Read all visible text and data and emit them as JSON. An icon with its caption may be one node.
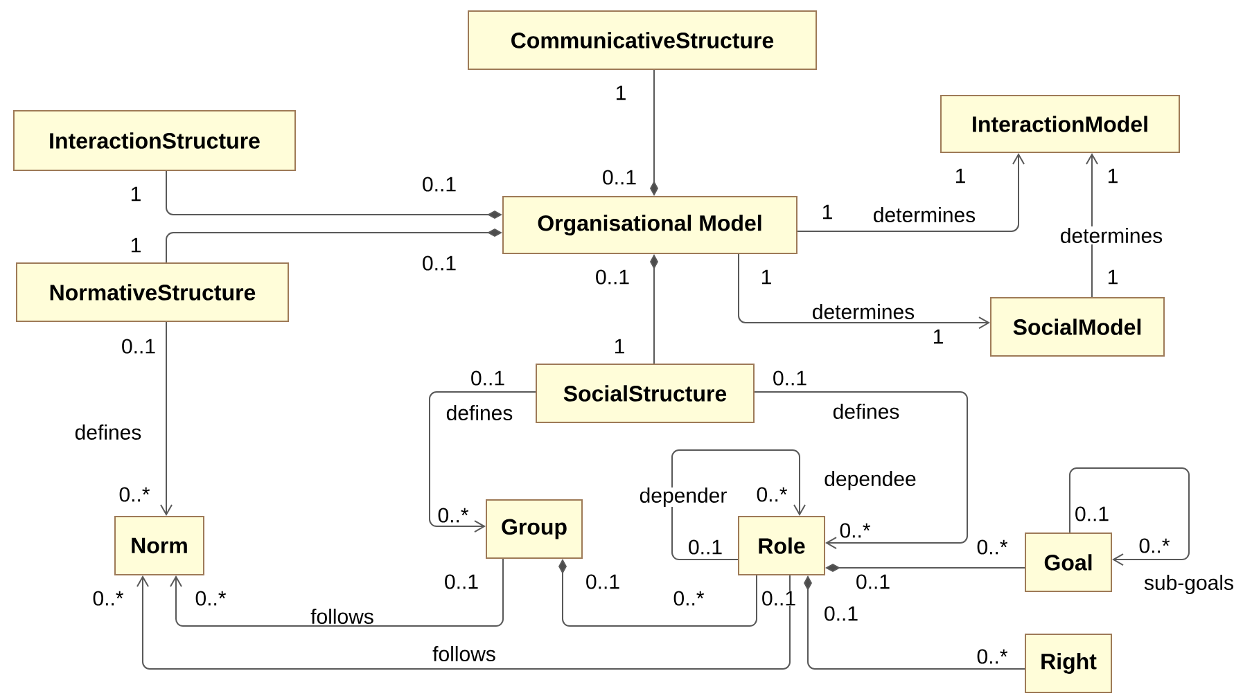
{
  "diagram": {
    "nodes": [
      {
        "text": [
          "CommunicativeStructure"
        ]
      },
      {
        "text": [
          "InteractionStructure"
        ]
      },
      {
        "text": [
          "InteractionModel"
        ]
      },
      {
        "text": [
          "Organisational Model"
        ]
      },
      {
        "text": [
          "NormativeStructure"
        ]
      },
      {
        "text": [
          "SocialModel"
        ]
      },
      {
        "text": [
          "SocialStructure"
        ]
      },
      {
        "text": [
          "Norm"
        ]
      },
      {
        "text": [
          "Group"
        ]
      },
      {
        "text": [
          "Role"
        ]
      },
      {
        "text": [
          "Goal"
        ]
      },
      {
        "text": [
          "Right"
        ]
      }
    ],
    "edges": [
      {
        "from": 0,
        "to": 3,
        "arrow": "other"
      },
      {
        "from": 1,
        "to": 3,
        "arrow": "other"
      },
      {
        "from": 4,
        "to": 3,
        "arrow": "other"
      },
      {
        "from": 3,
        "to": 2,
        "arrow": "to",
        "label": "determines"
      },
      {
        "from": 5,
        "to": 2,
        "arrow": "to",
        "label": "determines"
      },
      {
        "from": 3,
        "to": 5,
        "arrow": "to",
        "label": "determines"
      },
      {
        "from": 6,
        "to": 3,
        "arrow": "other"
      },
      {
        "from": 4,
        "to": 7,
        "arrow": "to",
        "label": "defines"
      },
      {
        "from": 6,
        "to": 8,
        "arrow": "to",
        "label": "defines"
      },
      {
        "from": 6,
        "to": 9,
        "arrow": "to",
        "label": "defines"
      },
      {
        "from": 9,
        "to": 9,
        "arrow": "to"
      },
      {
        "from": 8,
        "to": 7,
        "arrow": "to",
        "label": "follows"
      },
      {
        "from": 9,
        "to": 7,
        "arrow": "to",
        "label": "follows"
      },
      {
        "from": 9,
        "to": 8,
        "arrow": "other"
      },
      {
        "from": 10,
        "to": 9,
        "arrow": "other"
      },
      {
        "from": 11,
        "to": 9,
        "arrow": "other"
      },
      {
        "from": 10,
        "to": 10,
        "arrow": "to"
      }
    ],
    "labels": [
      "1",
      "0..1",
      "1",
      "0..1",
      "1",
      "1",
      "1",
      "1",
      "0..1",
      "0..1",
      "1",
      "1",
      "1",
      "1",
      "0..1",
      "0..1",
      "0..1",
      "dependee",
      "depender",
      "0..*",
      "0..*",
      "0..1",
      "0..*",
      "0..*",
      "0..*",
      "0..*",
      "0..1",
      "0..1",
      "0..1",
      "0..1",
      "0..1",
      "sub-goals",
      "0..*",
      "0..*",
      "0..*",
      "0..1",
      "0..*"
    ]
  }
}
